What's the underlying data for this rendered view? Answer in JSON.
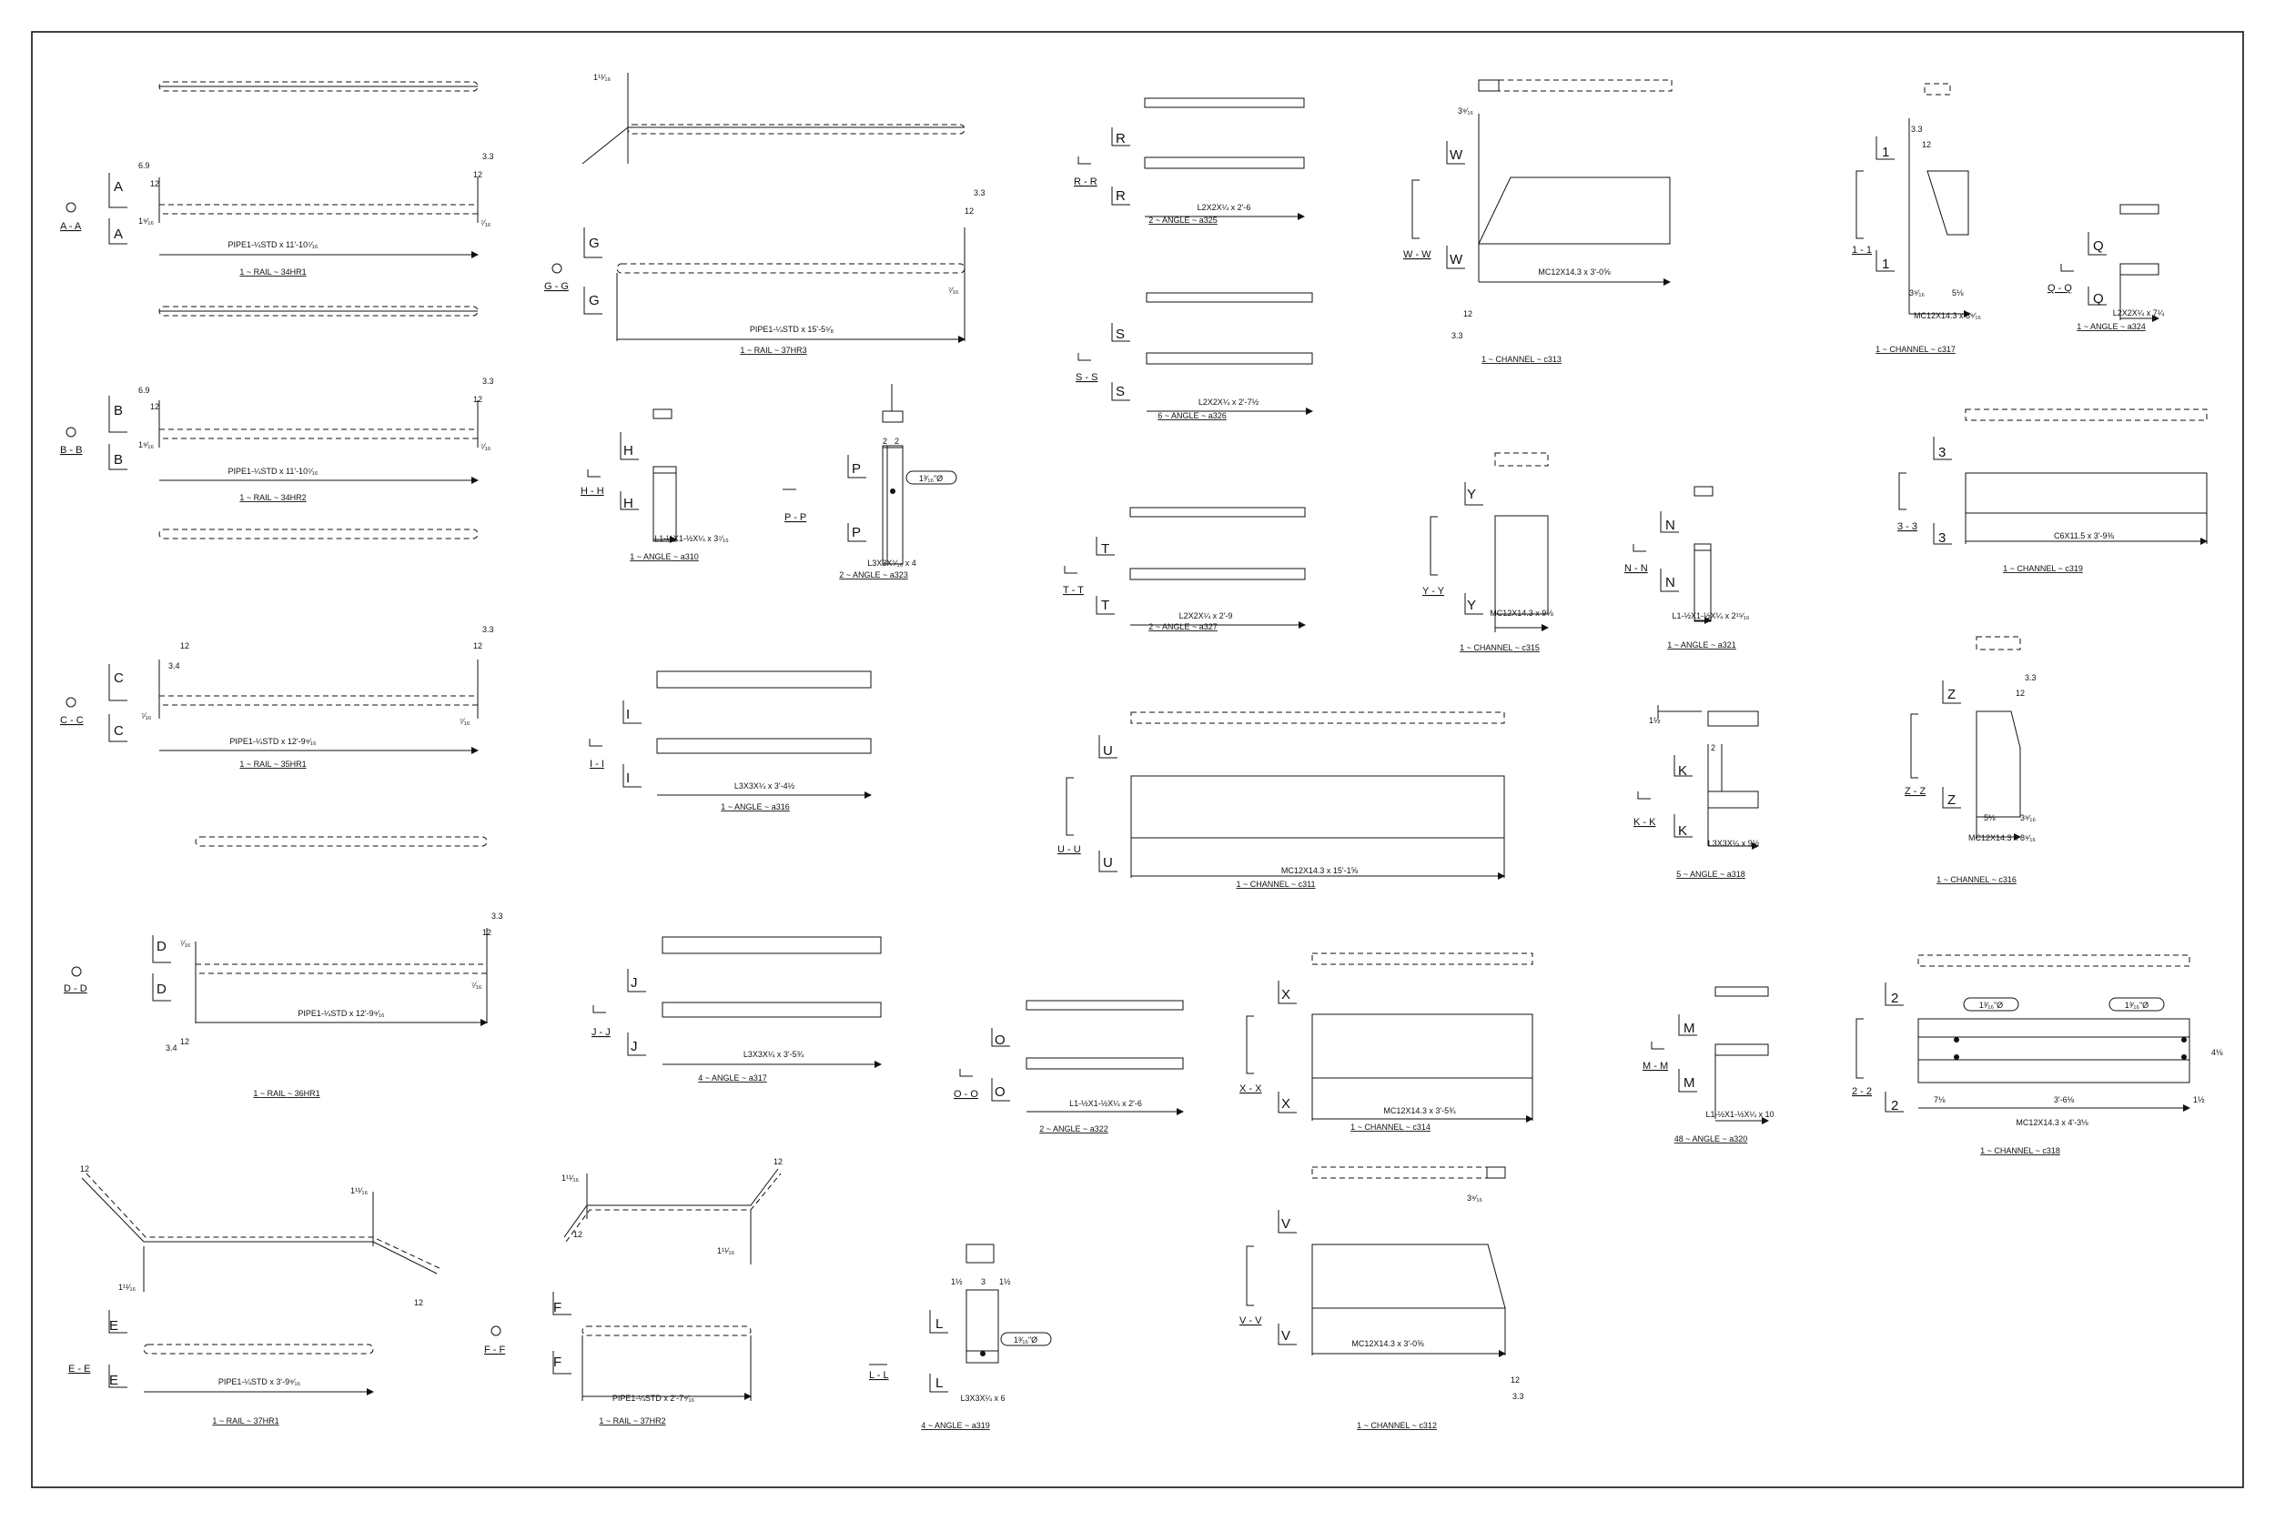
{
  "sheet": {
    "border": true
  },
  "rails": [
    {
      "id": "A",
      "section": "A - A",
      "desc": "PIPE1-¼STD x 11'-10⁷⁄₁₆",
      "caption": "1 ~ RAIL ~ 34HR1",
      "d1": "6.9",
      "d2": "12",
      "d3": "3.3",
      "d4": "12",
      "end_l": "1⁹⁄₁₆",
      "end_r": "⁷⁄₁₆"
    },
    {
      "id": "B",
      "section": "B - B",
      "desc": "PIPE1-¼STD x 11'-10⁷⁄₁₆",
      "caption": "1 ~ RAIL ~ 34HR2",
      "d1": "6.9",
      "d2": "12",
      "d3": "3.3",
      "d4": "12",
      "end_l": "1⁹⁄₁₆",
      "end_r": "⁷⁄₁₆"
    },
    {
      "id": "C",
      "section": "C - C",
      "desc": "PIPE1-¼STD x 12'-9⁹⁄₁₆",
      "caption": "1 ~ RAIL ~ 35HR1",
      "d1": "3.4",
      "d2": "12",
      "d3": "3.3",
      "d4": "12",
      "end_l": "⁷⁄₁₆",
      "end_r": "⁷⁄₁₆"
    },
    {
      "id": "D",
      "section": "D - D",
      "desc": "PIPE1-¼STD x 12'-9⁹⁄₁₆",
      "caption": "1 ~ RAIL ~ 36HR1",
      "d1": "3.4",
      "d2": "12",
      "d3": "3.3",
      "d4": "12",
      "end_l": "⁷⁄₁₆",
      "end_r": "⁷⁄₁₆"
    },
    {
      "id": "E",
      "section": "E - E",
      "desc": "PIPE1-¼STD x 3'-9⁹⁄₁₆",
      "caption": "1 ~ RAIL ~ 37HR1",
      "d1": "12",
      "d2": "12",
      "end_l": "1¹¹⁄₁₆",
      "end_r": "1¹¹⁄₁₆"
    },
    {
      "id": "F",
      "section": "F - F",
      "desc": "PIPE1-¼STD x 2'-7⁹⁄₁₆",
      "caption": "1 ~ RAIL ~ 37HR2",
      "d1": "12",
      "d2": "12",
      "end_l": "1¹¹⁄₁₆",
      "end_r": "1¹¹⁄₁₆"
    },
    {
      "id": "G",
      "section": "G - G",
      "desc": "PIPE1-¼STD x 15'-5⁵⁄₈",
      "caption": "1 ~ RAIL ~ 37HR3",
      "d1": "3.3",
      "d2": "12",
      "end_l": "1¹¹⁄₁₆",
      "end_r": "⁷⁄₁₆"
    }
  ],
  "angles": [
    {
      "id": "H",
      "section": "H - H",
      "desc": "L1-½X1-½X¼ x 3⁷⁄₁₆",
      "caption": "1 ~ ANGLE ~ a310"
    },
    {
      "id": "P",
      "section": "P - P",
      "desc": "L3X3X⁵⁄₁₆ x 4",
      "caption": "2 ~ ANGLE ~ a323",
      "hole": "1³⁄₁₆\"Ø",
      "d1": "2",
      "d2": "2"
    },
    {
      "id": "I",
      "section": "I - I",
      "desc": "L3X3X¼ x 3'-4½",
      "caption": "1 ~ ANGLE ~ a316"
    },
    {
      "id": "J",
      "section": "J - J",
      "desc": "L3X3X¼ x 3'-5¾",
      "caption": "4 ~ ANGLE ~ a317"
    },
    {
      "id": "O",
      "section": "O - O",
      "desc": "L1-½X1-½X¼ x 2'-6",
      "caption": "2 ~ ANGLE ~ a322"
    },
    {
      "id": "L",
      "section": "L - L",
      "desc": "L3X3X¼ x 6",
      "caption": "4 ~ ANGLE ~ a319",
      "hole": "1³⁄₁₆\"Ø",
      "d1": "1½",
      "d2": "3",
      "d3": "1½"
    },
    {
      "id": "R",
      "section": "R - R",
      "desc": "L2X2X¼ x 2'-6",
      "caption": "2 ~ ANGLE ~ a325"
    },
    {
      "id": "S",
      "section": "S - S",
      "desc": "L2X2X¼ x 2'-7½",
      "caption": "6 ~ ANGLE ~ a326"
    },
    {
      "id": "T",
      "section": "T - T",
      "desc": "L2X2X¼ x 2'-9",
      "caption": "2 ~ ANGLE ~ a327"
    },
    {
      "id": "N",
      "section": "N - N",
      "desc": "L1-½X1-½X¼ x 2¹⁵⁄₁₆",
      "caption": "1 ~ ANGLE ~ a321"
    },
    {
      "id": "K",
      "section": "K - K",
      "desc": "L3X3X¼ x 9½",
      "caption": "5 ~ ANGLE ~ a318",
      "d1": "2",
      "d2": "1½"
    },
    {
      "id": "M",
      "section": "M - M",
      "desc": "L1-½X1-½X¼ x 10",
      "caption": "48 ~ ANGLE ~ a320"
    },
    {
      "id": "Q",
      "section": "Q - Q",
      "desc": "L2X2X¼ x 7¼",
      "caption": "1 ~ ANGLE ~ a324"
    }
  ],
  "channels": [
    {
      "id": "W",
      "section": "W - W",
      "desc": "MC12X14.3 x 3'-0⅝",
      "caption": "1 ~ CHANNEL ~ c313",
      "d1": "3⁹⁄₁₆",
      "d2": "3.3",
      "d3": "12"
    },
    {
      "id": "Y",
      "section": "Y - Y",
      "desc": "MC12X14.3 x 9⅛",
      "caption": "1 ~ CHANNEL ~ c315"
    },
    {
      "id": "U",
      "section": "U - U",
      "desc": "MC12X14.3 x 15'-1⅝",
      "caption": "1 ~ CHANNEL ~ c311"
    },
    {
      "id": "X",
      "section": "X - X",
      "desc": "MC12X14.3 x 3'-5¾",
      "caption": "1 ~ CHANNEL ~ c314"
    },
    {
      "id": "V",
      "section": "V - V",
      "desc": "MC12X14.3 x 3'-0⅝",
      "caption": "1 ~ CHANNEL ~ c312",
      "d1": "3⁹⁄₁₆",
      "d2": "3.3",
      "d3": "12"
    },
    {
      "id": "1",
      "section": "1 - 1",
      "desc": "MC12X14.3 x 8⁹⁄₁₆",
      "caption": "1 ~ CHANNEL ~ c317",
      "d1": "3⁹⁄₁₆",
      "d2": "5⅛",
      "d3": "3.3",
      "d4": "12"
    },
    {
      "id": "3",
      "section": "3 - 3",
      "desc": "C6X11.5 x 3'-9⅜",
      "caption": "1 ~ CHANNEL ~ c319"
    },
    {
      "id": "Z",
      "section": "Z - Z",
      "desc": "MC12X14.3 x 8⁹⁄₁₆",
      "caption": "1 ~ CHANNEL ~ c316",
      "d1": "5⅛",
      "d2": "3⁹⁄₁₆",
      "d3": "3.3",
      "d4": "12"
    },
    {
      "id": "2",
      "section": "2 - 2",
      "desc": "MC12X14.3 x 4'-3⅛",
      "caption": "1 ~ CHANNEL ~ c318",
      "hole": "1³⁄₁₆\"Ø",
      "d1": "7⅛",
      "d2": "3'-6⅛",
      "d3": "1½",
      "d4": "4⅛"
    }
  ]
}
